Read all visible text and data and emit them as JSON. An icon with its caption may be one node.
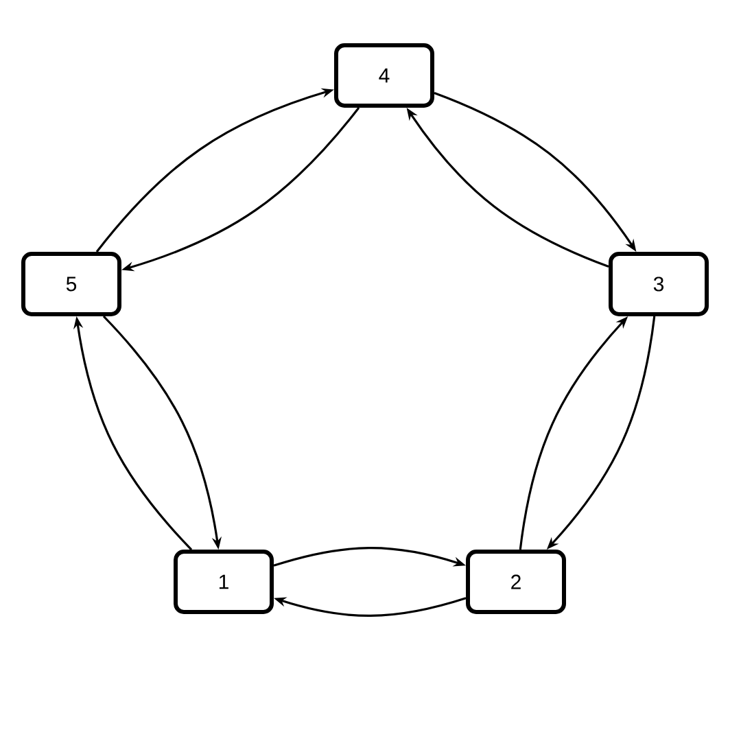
{
  "diagram": {
    "nodes": [
      {
        "text": [
          "1"
        ]
      },
      {
        "text": [
          "2"
        ]
      },
      {
        "text": [
          "3"
        ]
      },
      {
        "text": [
          "4"
        ]
      },
      {
        "text": [
          "5"
        ]
      }
    ],
    "edges": [
      {
        "from": 0,
        "to": 1,
        "arrow": "to"
      },
      {
        "from": 1,
        "to": 0,
        "arrow": "to"
      },
      {
        "from": 1,
        "to": 2,
        "arrow": "to"
      },
      {
        "from": 2,
        "to": 1,
        "arrow": "to"
      },
      {
        "from": 2,
        "to": 3,
        "arrow": "to"
      },
      {
        "from": 3,
        "to": 2,
        "arrow": "to"
      },
      {
        "from": 3,
        "to": 4,
        "arrow": "to"
      },
      {
        "from": 4,
        "to": 3,
        "arrow": "to"
      },
      {
        "from": 4,
        "to": 0,
        "arrow": "to"
      },
      {
        "from": 0,
        "to": 4,
        "arrow": "to"
      }
    ]
  }
}
